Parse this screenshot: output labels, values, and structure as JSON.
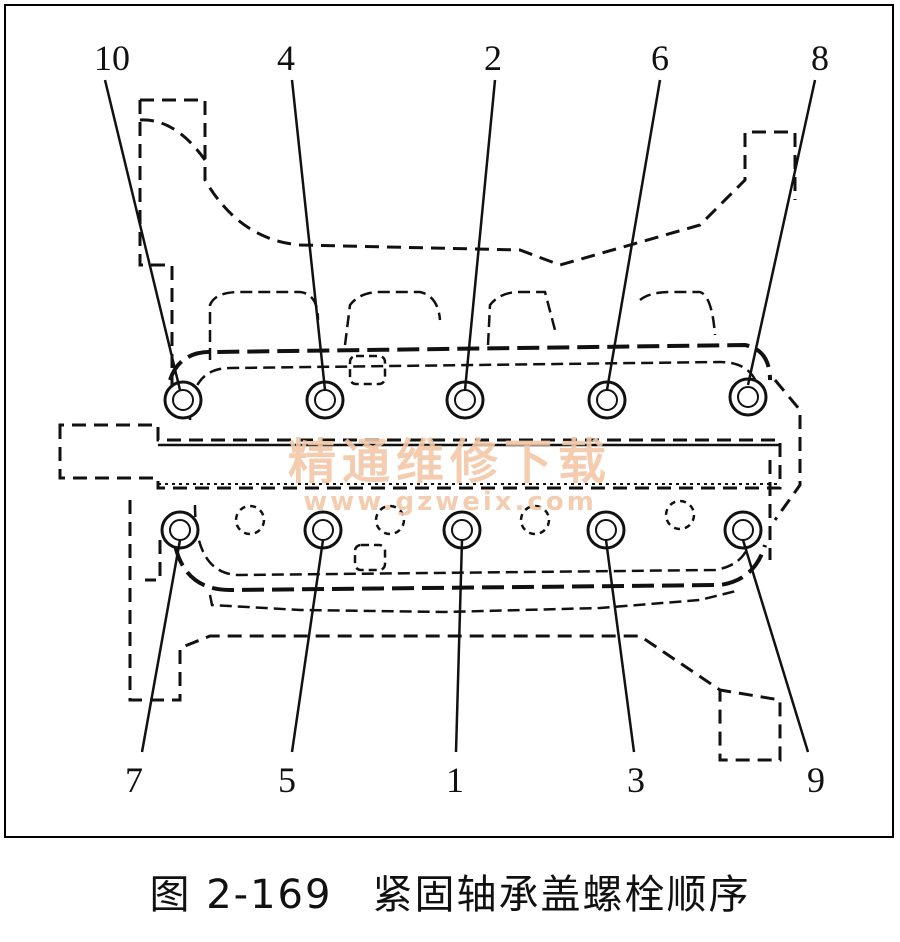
{
  "diagram": {
    "bolts_top": [
      {
        "label": "10"
      },
      {
        "label": "4"
      },
      {
        "label": "2"
      },
      {
        "label": "6"
      },
      {
        "label": "8"
      }
    ],
    "bolts_bottom": [
      {
        "label": "7"
      },
      {
        "label": "5"
      },
      {
        "label": "1"
      },
      {
        "label": "3"
      },
      {
        "label": "9"
      }
    ],
    "watermark": {
      "text": "精通维修下载",
      "url": "www.gzweix.com"
    }
  },
  "caption": {
    "figure_number": "图 2-169",
    "title": "紧固轴承盖螺栓顺序"
  }
}
